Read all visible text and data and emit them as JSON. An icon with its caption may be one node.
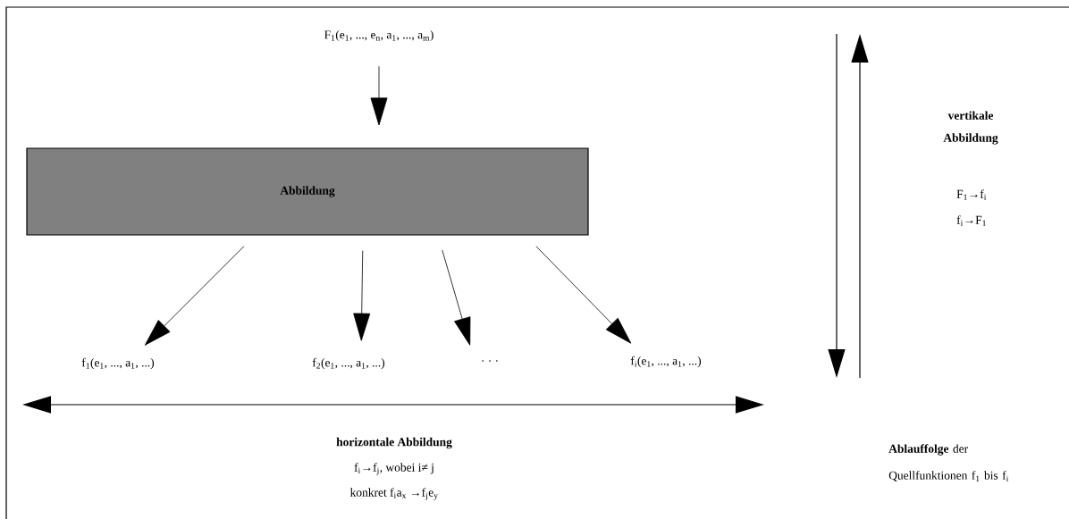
{
  "diagram": {
    "nodes": [
      {
        "text": [
          "F$_{1}$(e$_{1}$, ..., e$_{n}$, a$_{1}$, ..., a$_{m}$)"
        ]
      },
      {
        "text": [
          "Abbildung"
        ]
      },
      {
        "text": [
          "f$_{1}$(e$_{1}$, ..., a$_{1}$, ...)"
        ]
      },
      {
        "text": [
          "f$_{2}$(e$_{1}$, ..., a$_{1}$, ...)"
        ]
      },
      {
        "text": [
          ". . ."
        ]
      },
      {
        "text": [
          "f$_{i}$(e$_{1}$, ..., a$_{1}$, ...)"
        ]
      }
    ],
    "edges": [
      {
        "from": 0,
        "to": 1,
        "arrow": "to"
      },
      {
        "from": 1,
        "to": 2,
        "arrow": "to"
      },
      {
        "from": 1,
        "to": 3,
        "arrow": "to"
      },
      {
        "from": 1,
        "to": 4,
        "arrow": "to"
      },
      {
        "from": 1,
        "to": 5,
        "arrow": "to"
      }
    ],
    "labels": [
      "vertikale Abbildung",
      "F$_{1}$→f$_{i}$",
      "f$_{i}$→F$_{1}$",
      "horizontale Abbildung",
      "f$_{i}$→f$_{j}$, wobei i≠ j",
      "konkret f$_{i}$a$_{x}$ →f$_{j}$e$_{y}$",
      "**Ablauffolge** der Quellfunktionen f$_{1}$ bis f$_{i}$"
    ]
  }
}
